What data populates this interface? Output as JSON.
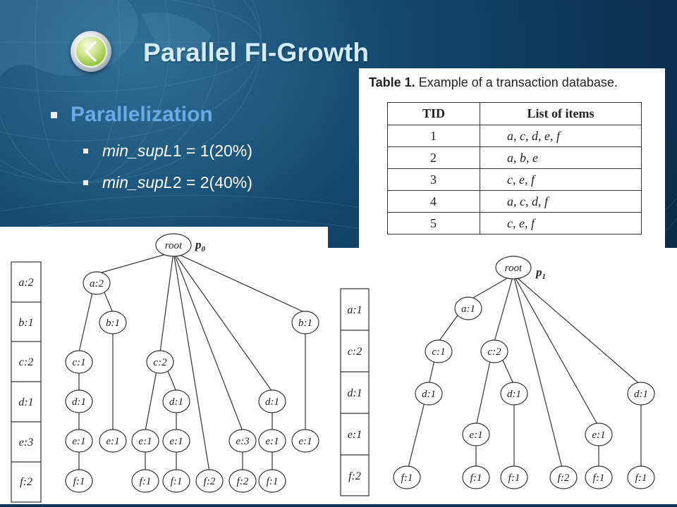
{
  "slide": {
    "title": "Parallel FI-Growth",
    "bullets": {
      "level1": "Parallelization",
      "level2": [
        {
          "var": "min_supL",
          "suffix": "1 = 1(20%)"
        },
        {
          "var": "min_supL",
          "suffix": "2 = 2(40%)"
        }
      ]
    }
  },
  "table": {
    "caption_bold": "Table 1.",
    "caption_rest": " Example of a transaction database.",
    "headers": [
      "TID",
      "List of items"
    ],
    "rows": [
      {
        "tid": "1",
        "items": "a, c, d, e, f"
      },
      {
        "tid": "2",
        "items": "a, b, e"
      },
      {
        "tid": "3",
        "items": "c, e, f"
      },
      {
        "tid": "4",
        "items": "a, c, d, f"
      },
      {
        "tid": "5",
        "items": "c, e, f"
      }
    ]
  },
  "tree_p0": {
    "root": "root",
    "partition_label": "p",
    "partition_sub": "0",
    "header_table": [
      "a:2",
      "b:1",
      "c:2",
      "d:1",
      "e:3",
      "f:2"
    ],
    "nodes": [
      "a:2",
      "b:1",
      "c:1",
      "d:1",
      "e:1",
      "f:1",
      "e:1",
      "c:2",
      "f:1",
      "e:1",
      "d:1",
      "e:1",
      "f:1",
      "f:2",
      "e:3",
      "f:2",
      "d:1",
      "e:1",
      "f:1",
      "b:1",
      "e:1"
    ]
  },
  "tree_p1": {
    "root": "root",
    "partition_label": "p",
    "partition_sub": "1",
    "header_table": [
      "a:1",
      "c:2",
      "d:1",
      "e:1",
      "f:2"
    ],
    "nodes": [
      "a:1",
      "c:1",
      "d:1",
      "f:1",
      "c:2",
      "e:1",
      "f:1",
      "d:1",
      "f:1",
      "f:2",
      "e:1",
      "f:1",
      "d:1",
      "f:1"
    ]
  }
}
